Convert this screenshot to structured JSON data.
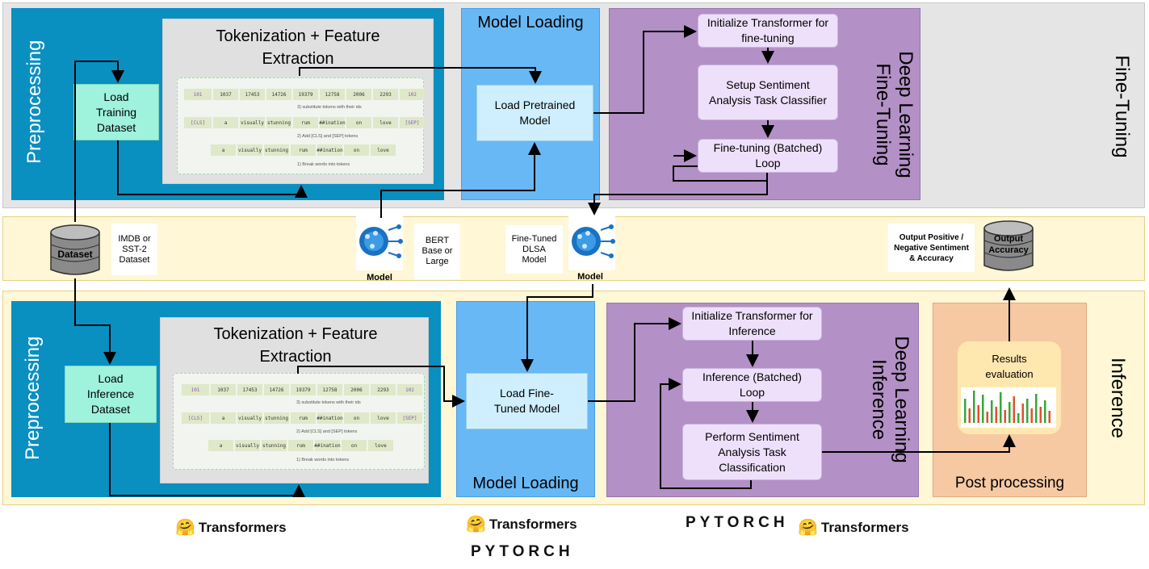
{
  "finetune": {
    "side_label": "Fine-Tuning",
    "preprocessing_label": "Preprocessing",
    "tokenization_title": "Tokenization + Feature Extraction",
    "load_dataset": "Load Training Dataset",
    "model_loading_title": "Model Loading",
    "load_model": "Load Pretrained Model",
    "dl_label": "Deep Learning Fine-Tuning",
    "step1": "Initialize Transformer for fine-tuning",
    "step2": "Setup Sentiment Analysis Task Classifier",
    "step3": "Fine-tuning (Batched) Loop"
  },
  "middle": {
    "dataset_label": "Dataset",
    "dataset_note": "IMDB or SST-2 Dataset",
    "model1_label": "Model",
    "model1_note": "BERT Base or Large",
    "model2_note": "Fine-Tuned DLSA Model",
    "model2_label": "Model",
    "output_note": "Output Positive / Negative Sentiment & Accuracy",
    "output_db_label": "Output Accuracy"
  },
  "inference": {
    "side_label": "Inference",
    "preprocessing_label": "Preprocessing",
    "tokenization_title": "Tokenization + Feature Extraction",
    "load_dataset": "Load Inference Dataset",
    "model_loading_title": "Model Loading",
    "load_model": "Load Fine-Tuned Model",
    "dl_label": "Deep Learning Inference",
    "step1": "Initialize Transformer for Inference",
    "step2": "Inference (Batched) Loop",
    "step3": "Perform Sentiment Analysis Task Classification",
    "post_title": "Post processing",
    "results": "Results evaluation"
  },
  "tokens": {
    "ids": [
      "101",
      "1037",
      "17453",
      "14726",
      "19379",
      "12758",
      "2006",
      "2293",
      "102"
    ],
    "step3": "3) substitute tokens with their ids",
    "with_special": [
      "[CLS]",
      "a",
      "visually",
      "stunning",
      "rum",
      "##ination",
      "on",
      "love",
      "[SEP]"
    ],
    "step2": "2) Add [CLS] and [SEP] tokens",
    "words": [
      "a",
      "visually",
      "stunning",
      "rum",
      "##ination",
      "on",
      "love"
    ],
    "step1": "1) Break words into tokens"
  },
  "logos": {
    "transformers": "Transformers",
    "pytorch": "PYTORCH"
  },
  "colors": {
    "preprocessing": "#0a8fc1",
    "model_loading": "#68b8f5",
    "deep_learning": "#b390c5",
    "post_processing": "#f6c9a3",
    "band": "#e5e5e5",
    "middle_band": "#fff7d6"
  }
}
